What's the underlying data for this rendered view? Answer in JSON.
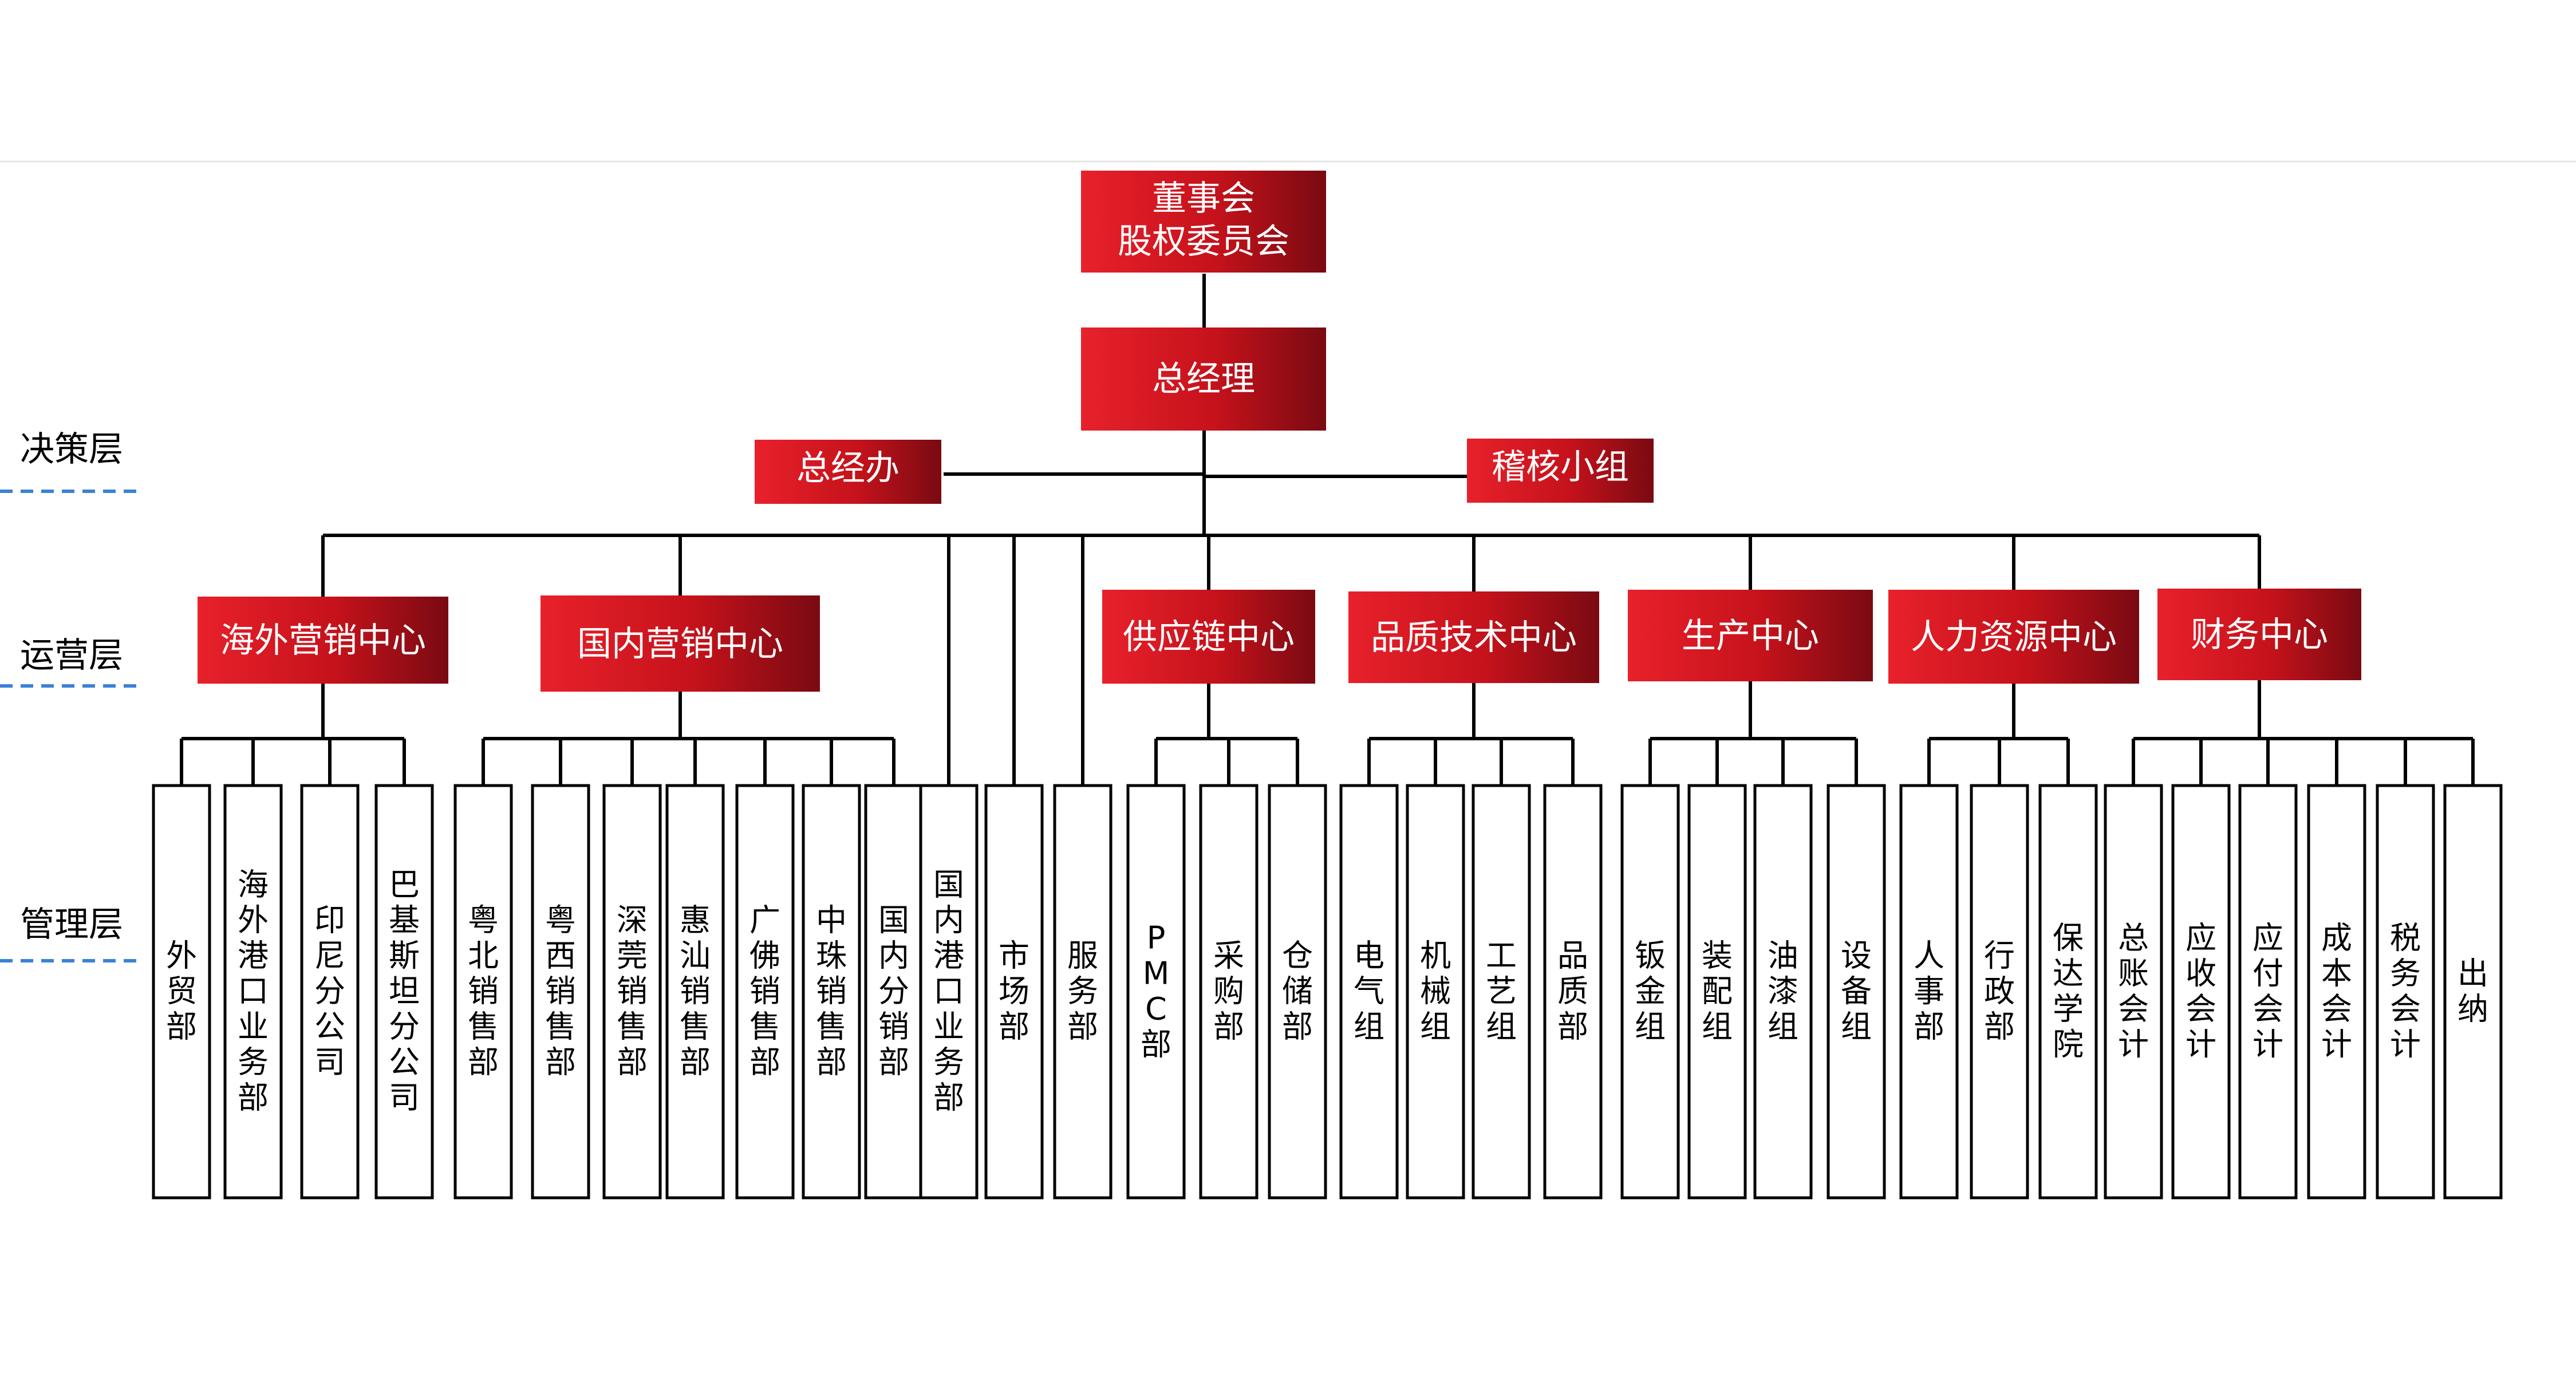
{
  "colors": {
    "red_light": "#e8212b",
    "red_dark": "#7a0a12",
    "line": "#000000",
    "layer_dash": "#3b82d6"
  },
  "layers": [
    "决策层",
    "运营层",
    "管理层"
  ],
  "top": {
    "board": [
      "董事会",
      "股权委员会"
    ],
    "gm": "总经理",
    "gm_office": "总经办",
    "audit": "稽核小组"
  },
  "centers": [
    {
      "name": "海外营销中心",
      "departments": [
        "外贸部",
        "海外港口业务部",
        "印尼分公司",
        "巴基斯坦分公司"
      ]
    },
    {
      "name": "国内营销中心",
      "departments": [
        "粤北销售部",
        "粤西销售部",
        "深莞销售部",
        "惠汕销售部",
        "广佛销售部",
        "中珠销售部",
        "国内分销部"
      ]
    },
    {
      "name": "供应链中心",
      "departments": [
        "PMC部",
        "采购部",
        "仓储部"
      ]
    },
    {
      "name": "品质技术中心",
      "departments": [
        "电气组",
        "机械组",
        "工艺组",
        "品质部"
      ]
    },
    {
      "name": "生产中心",
      "departments": [
        "钣金组",
        "装配组",
        "油漆组",
        "设备组"
      ]
    },
    {
      "name": "人力资源中心",
      "departments": [
        "人事部",
        "行政部",
        "保达学院"
      ]
    },
    {
      "name": "财务中心",
      "departments": [
        "总账会计",
        "应收会计",
        "应付会计",
        "成本会计",
        "税务会计",
        "出纳"
      ]
    }
  ],
  "direct_departments": [
    "国内港口业务部",
    "市场部",
    "服务部"
  ]
}
